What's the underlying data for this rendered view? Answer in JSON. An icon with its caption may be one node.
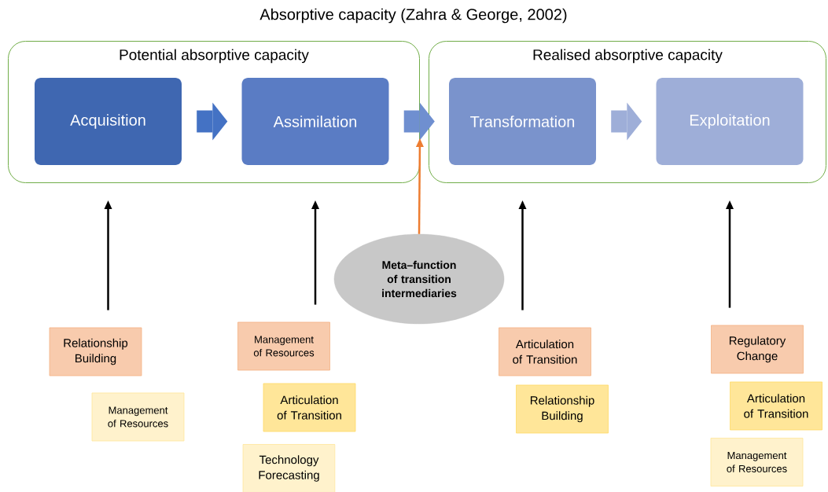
{
  "diagram": {
    "title": "Absorptive capacity (Zahra & George, 2002)",
    "nodes": [
      {
        "text": [
          "Potential absorptive capacity"
        ]
      },
      {
        "text": [
          "Realised absorptive capacity"
        ]
      },
      {
        "text": [
          "Acquisition"
        ],
        "in": 0
      },
      {
        "text": [
          "Assimilation"
        ],
        "in": 0
      },
      {
        "text": [
          "Transformation"
        ],
        "in": 1
      },
      {
        "text": [
          "Exploitation"
        ],
        "in": 1
      },
      {
        "text": [
          "Meta–function of transition intermediaries"
        ]
      },
      {
        "text": [
          "Relationship Building"
        ]
      },
      {
        "text": [
          "Management of Resources"
        ]
      },
      {
        "text": [
          "Management of Resources"
        ]
      },
      {
        "text": [
          "Articulation of Transition"
        ]
      },
      {
        "text": [
          "Technology Forecasting"
        ]
      },
      {
        "text": [
          "Articulation of Transition"
        ]
      },
      {
        "text": [
          "Relationship Building"
        ]
      },
      {
        "text": [
          "Regulatory Change"
        ]
      },
      {
        "text": [
          "Articulation of Transition"
        ]
      },
      {
        "text": [
          "Management of Resources"
        ]
      }
    ],
    "edges": [
      {
        "from": 2,
        "to": 3,
        "arrow": "to",
        "style": "thick",
        "color": "#4472c4"
      },
      {
        "from": 3,
        "to": 4,
        "arrow": "to",
        "style": "thick",
        "color": "#6f8fd0"
      },
      {
        "from": 4,
        "to": 5,
        "arrow": "to",
        "style": "thick",
        "color": "#9eaed8"
      },
      {
        "from": 6,
        "to": 0,
        "arrow": "to",
        "color": "#ed7d31"
      },
      {
        "from": 7,
        "to": 2,
        "arrow": "to"
      },
      {
        "from": 9,
        "to": 3,
        "arrow": "to"
      },
      {
        "from": 12,
        "to": 4,
        "arrow": "to"
      },
      {
        "from": 14,
        "to": 5,
        "arrow": "to"
      }
    ]
  }
}
